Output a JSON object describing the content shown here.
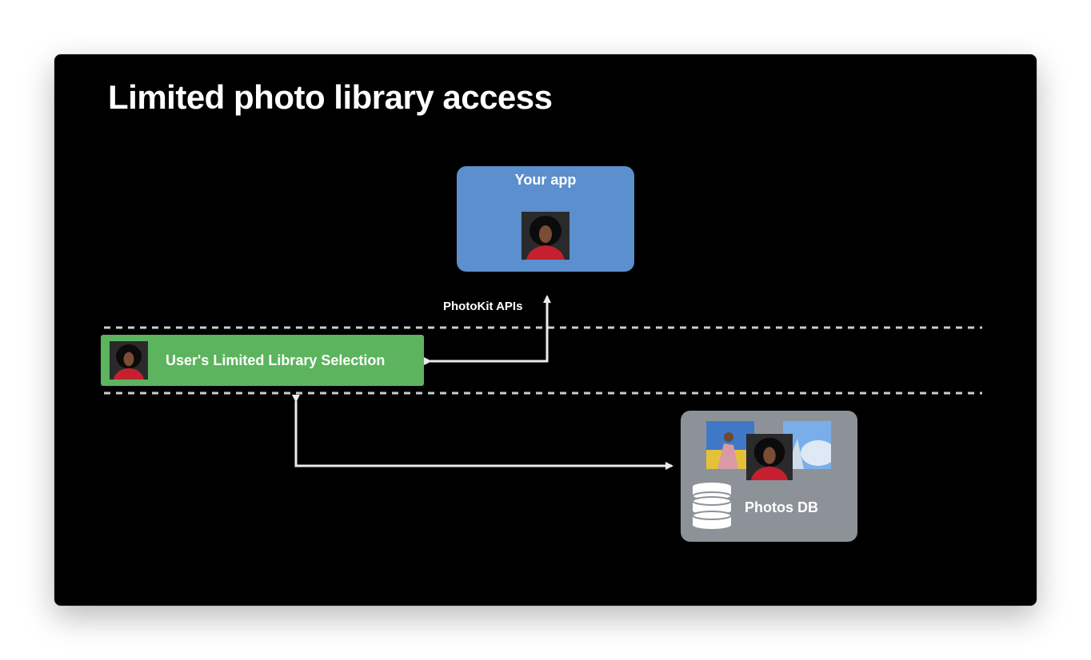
{
  "slide": {
    "title": "Limited photo library access"
  },
  "nodes": {
    "app": {
      "label": "Your app",
      "color": "#5b8fcd"
    },
    "selection": {
      "label": "User's Limited Library Selection",
      "color": "#5cb45e"
    },
    "photos_db": {
      "label": "Photos DB",
      "color": "#8d9299"
    }
  },
  "edges": {
    "photokit_label": "PhotoKit APIs"
  },
  "colors": {
    "background": "#000000",
    "arrow": "#e8ebf0",
    "dashed_line": "#c9ccd1"
  },
  "icons": [
    "portrait-photo-icon",
    "database-icon"
  ]
}
